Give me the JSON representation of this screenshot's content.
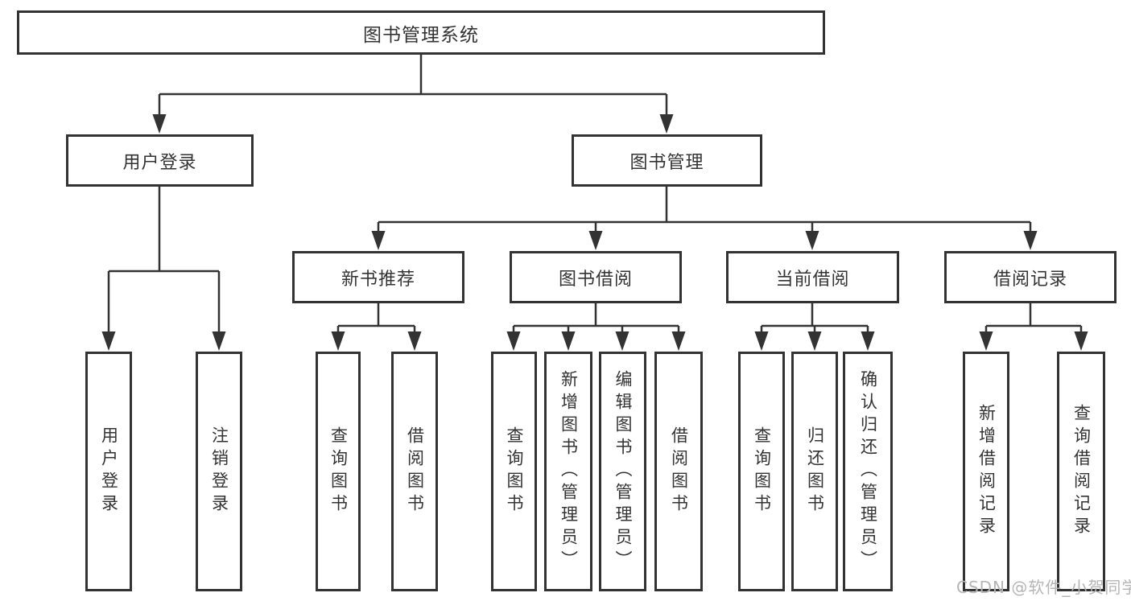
{
  "page": {
    "watermark": "CSDN @软件_小贺同学",
    "background_color": "#ffffff",
    "line_color": "#333333",
    "box_border_color": "#333333",
    "text_color": "#333333",
    "watermark_color": "#b5b5b5"
  },
  "tree": {
    "root": {
      "label": "图书管理系统"
    },
    "branches": [
      {
        "label": "用户登录",
        "children": [
          {
            "label": "用户登录"
          },
          {
            "label": "注销登录"
          }
        ]
      },
      {
        "label": "图书管理",
        "children": [
          {
            "label": "新书推荐",
            "children": [
              {
                "label": "查询图书"
              },
              {
                "label": "借阅图书"
              }
            ]
          },
          {
            "label": "图书借阅",
            "children": [
              {
                "label": "查询图书"
              },
              {
                "label": "新增图书（管理员）"
              },
              {
                "label": "编辑图书（管理员）"
              },
              {
                "label": "借阅图书"
              }
            ]
          },
          {
            "label": "当前借阅",
            "children": [
              {
                "label": "查询图书"
              },
              {
                "label": "归还图书"
              },
              {
                "label": "确认归还（管理员）"
              }
            ]
          },
          {
            "label": "借阅记录",
            "children": [
              {
                "label": "新增借阅记录"
              },
              {
                "label": "查询借阅记录"
              }
            ]
          }
        ]
      }
    ]
  }
}
